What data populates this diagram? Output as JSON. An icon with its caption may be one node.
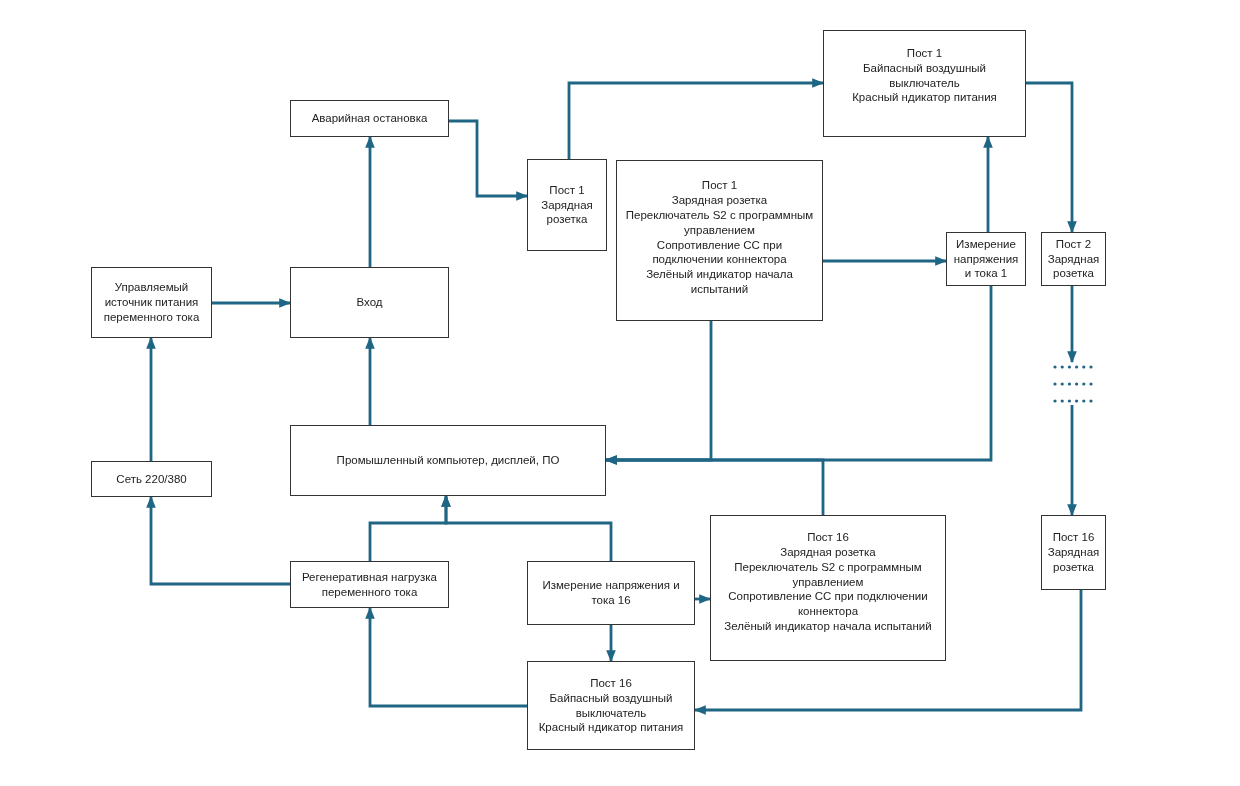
{
  "diagram": {
    "nodes": [
      {
        "text": [
          "Аварийная остановка"
        ]
      },
      {
        "text": [
          "Пост 1",
          "Зарядная розетка"
        ]
      },
      {
        "text": [
          "Пост 1",
          "Байпасный воздушный выключатель",
          "Красный ндикатор питания"
        ]
      },
      {
        "text": [
          "Пост 1",
          "Зарядная розетка",
          "Переключатель S2 с программным управлением",
          "Сопротивление СС при подключении коннектора",
          "Зелёный индикатор начала испытаний"
        ]
      },
      {
        "text": [
          "Измерение напряжения и тока 1"
        ]
      },
      {
        "text": [
          "Пост 2",
          "Зарядная розетка"
        ]
      },
      {
        "text": [
          "Управляемый источник питания переменного тока"
        ]
      },
      {
        "text": [
          "Вход"
        ]
      },
      {
        "text": [
          "Промышленный компьютер, дисплей, ПО"
        ]
      },
      {
        "text": [
          "Сеть 220/380"
        ]
      },
      {
        "text": [
          "Пост 16",
          "Зарядная розетка",
          "Переключатель S2 с программным управлением",
          "Сопротивление СС при подключении коннектора",
          "Зелёный индикатор начала испытаний"
        ]
      },
      {
        "text": [
          "Пост 16",
          "Зарядная розетка"
        ]
      },
      {
        "text": [
          "Регенеративная нагрузка переменного тока"
        ]
      },
      {
        "text": [
          "Измерение напряжения и тока 16"
        ]
      },
      {
        "text": [
          "Пост 16",
          "Байпасный воздушный выключатель",
          "Красный ндикатор питания"
        ]
      },
      {
        "text": [],
        "shape": "dots"
      }
    ],
    "edges": [
      {
        "from": 6,
        "to": 7,
        "arrow": "to"
      },
      {
        "from": 9,
        "to": 6,
        "arrow": "to"
      },
      {
        "from": 7,
        "to": 0,
        "arrow": "to"
      },
      {
        "from": 0,
        "to": 1,
        "arrow": "to"
      },
      {
        "from": 1,
        "to": 2,
        "arrow": "to"
      },
      {
        "from": 3,
        "to": 4,
        "arrow": "to"
      },
      {
        "from": 4,
        "to": 2,
        "arrow": "to"
      },
      {
        "from": 2,
        "to": 5,
        "arrow": "to"
      },
      {
        "from": 5,
        "to": 15,
        "arrow": "to"
      },
      {
        "from": 15,
        "to": 11,
        "arrow": "to"
      },
      {
        "from": 11,
        "to": 14,
        "arrow": "to"
      },
      {
        "from": 3,
        "to": 8,
        "arrow": "to"
      },
      {
        "from": 4,
        "to": 8,
        "arrow": "to"
      },
      {
        "from": 10,
        "to": 8,
        "arrow": "to"
      },
      {
        "from": 12,
        "to": 8,
        "arrow": "to"
      },
      {
        "from": 13,
        "to": 8,
        "arrow": "to"
      },
      {
        "from": 13,
        "to": 10,
        "arrow": "to"
      },
      {
        "from": 13,
        "to": 14,
        "arrow": "to"
      },
      {
        "from": 14,
        "to": 12,
        "arrow": "to"
      },
      {
        "from": 12,
        "to": 9,
        "arrow": "to"
      },
      {
        "from": 8,
        "to": 7,
        "arrow": "to"
      }
    ]
  }
}
